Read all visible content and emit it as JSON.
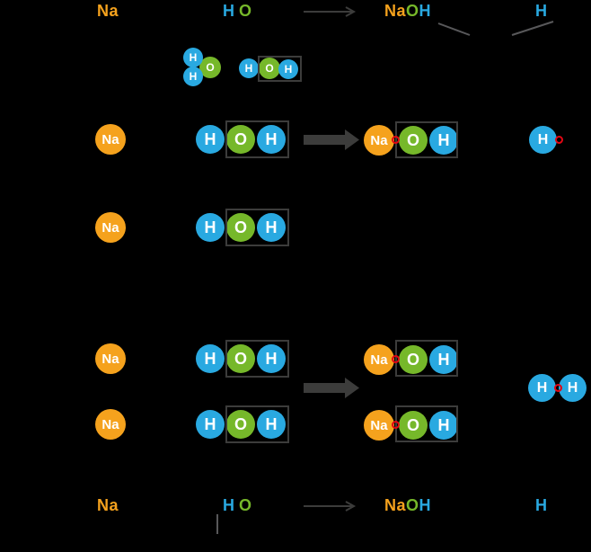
{
  "colors": {
    "sodium_orange": "#F5A21D",
    "oxygen_green": "#76B82A",
    "hydrogen_blue": "#29A9E1",
    "electron_red": "#E30613",
    "arrow_gray": "#3C3C3B",
    "background": "#000000"
  },
  "top_equation": {
    "na": "Na",
    "h": "H",
    "o": "O",
    "naoh_na": "Na",
    "naoh_o": "O",
    "naoh_h": "H",
    "h2": "H"
  },
  "bottom_equation": {
    "na": "Na",
    "h": "H",
    "o": "O",
    "naoh_na": "Na",
    "naoh_o": "O",
    "naoh_h": "H",
    "h2": "H"
  },
  "atom_labels": {
    "na": "Na",
    "h": "H",
    "o": "O"
  }
}
